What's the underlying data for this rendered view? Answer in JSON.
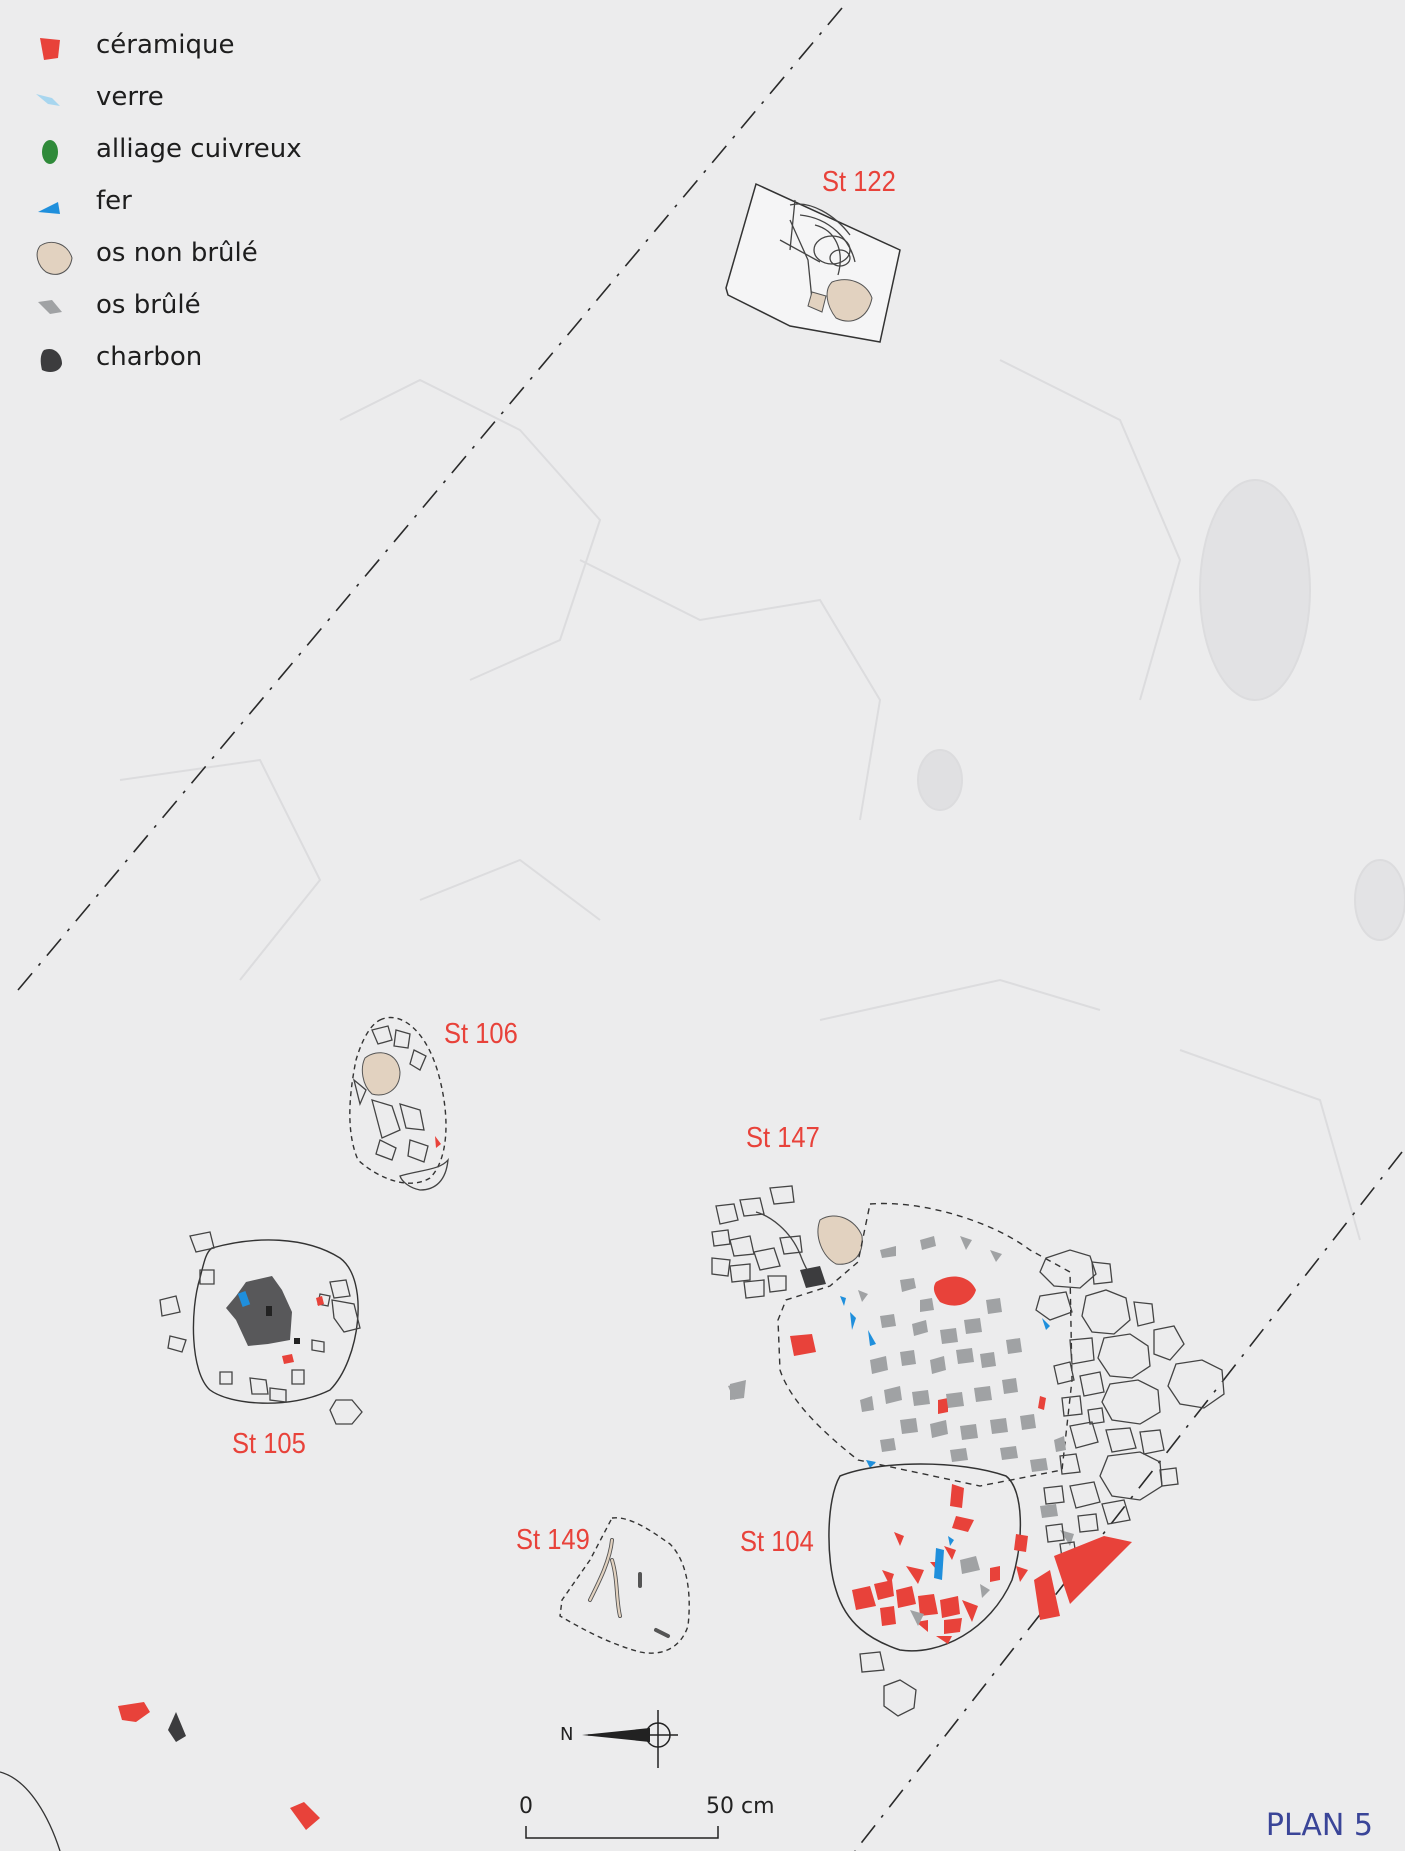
{
  "legend": {
    "items": [
      {
        "label": "céramique",
        "icon": "ceramic-icon",
        "color": "#e8423a"
      },
      {
        "label": "verre",
        "icon": "glass-icon",
        "color": "#a8d6ef"
      },
      {
        "label": "alliage cuivreux",
        "icon": "copper-alloy-icon",
        "color": "#2f8a3a"
      },
      {
        "label": "fer",
        "icon": "iron-icon",
        "color": "#1f8fdc"
      },
      {
        "label": "os non brûlé",
        "icon": "unburnt-bone-icon",
        "color": "#e2d2c0"
      },
      {
        "label": "os brûlé",
        "icon": "burnt-bone-icon",
        "color": "#9a9c9e"
      },
      {
        "label": "charbon",
        "icon": "charcoal-icon",
        "color": "#3c3c3e"
      }
    ]
  },
  "structures": {
    "st122": "St 122",
    "st106": "St 106",
    "st147": "St 147",
    "st105": "St 105",
    "st149": "St 149",
    "st104": "St 104"
  },
  "compass": {
    "north": "N"
  },
  "scale": {
    "start": "0",
    "end": "50 cm"
  },
  "plan_label": "PLAN 5"
}
